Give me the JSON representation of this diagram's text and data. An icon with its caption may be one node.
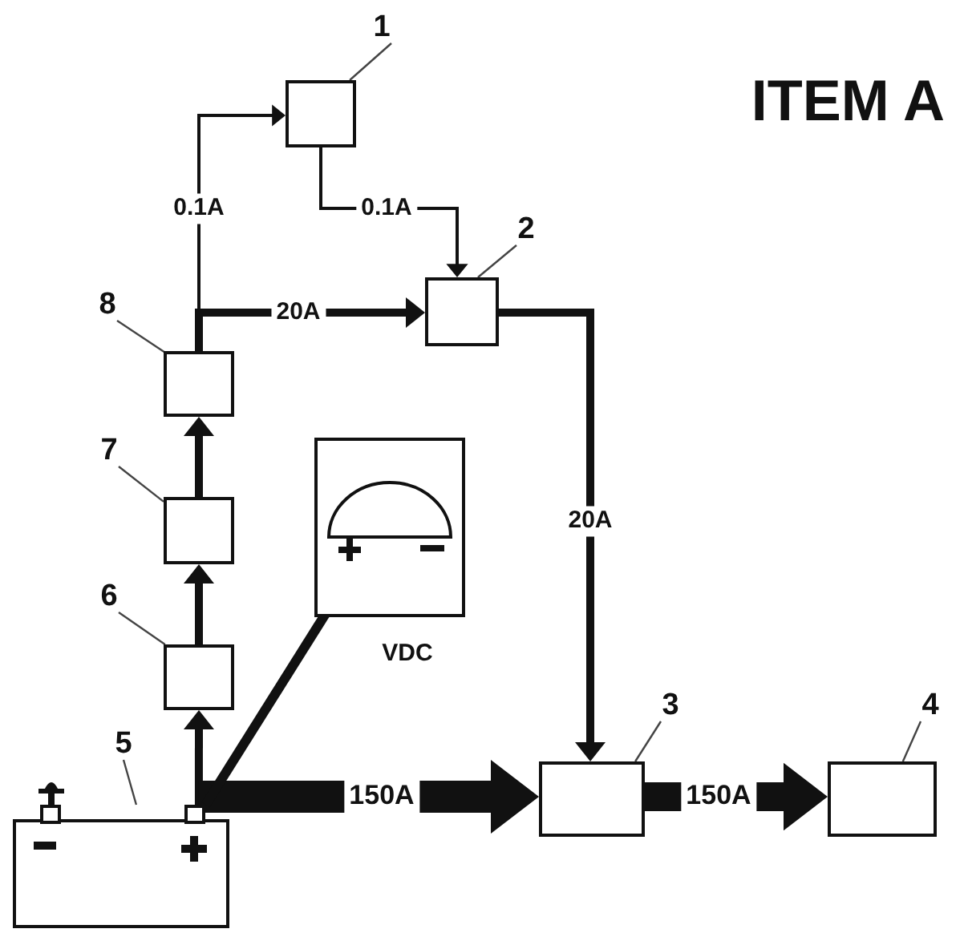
{
  "diagram": {
    "nodes": [
      {
        "text": [],
        "shape": "box"
      },
      {
        "text": [],
        "shape": "box"
      },
      {
        "text": [],
        "shape": "box"
      },
      {
        "text": [],
        "shape": "box"
      },
      {
        "text": [],
        "shape": "battery"
      },
      {
        "text": [],
        "shape": "box"
      },
      {
        "text": [],
        "shape": "box"
      },
      {
        "text": [],
        "shape": "box"
      },
      {
        "text": [
          "VDC"
        ]
      },
      {
        "text": [
          "1"
        ]
      },
      {
        "text": [
          "2"
        ]
      },
      {
        "text": [
          "3"
        ]
      },
      {
        "text": [
          "4"
        ]
      },
      {
        "text": [
          "5"
        ]
      },
      {
        "text": [
          "6"
        ]
      },
      {
        "text": [
          "7"
        ]
      },
      {
        "text": [
          "8"
        ]
      }
    ],
    "edges": [
      {
        "from": 7,
        "to": 0,
        "arrow": "to",
        "label": "0.1A"
      },
      {
        "from": 0,
        "to": 1,
        "arrow": "to",
        "label": "0.1A"
      },
      {
        "from": 7,
        "to": 1,
        "arrow": "to",
        "label": "20A",
        "style": "thick"
      },
      {
        "from": 1,
        "to": 2,
        "arrow": "to",
        "label": "20A",
        "style": "thick"
      },
      {
        "from": 4,
        "to": 5,
        "arrow": "to",
        "style": "thick"
      },
      {
        "from": 5,
        "to": 6,
        "arrow": "to",
        "style": "thick"
      },
      {
        "from": 6,
        "to": 7,
        "arrow": "to",
        "style": "thick"
      },
      {
        "from": 4,
        "to": 2,
        "arrow": "to",
        "label": "150A",
        "style": "thick"
      },
      {
        "from": 2,
        "to": 3,
        "arrow": "to",
        "label": "150A",
        "style": "thick"
      },
      {
        "from": 4,
        "to": 8,
        "arrow": "none",
        "style": "thick"
      },
      {
        "from": 9,
        "to": 0,
        "arrow": "none"
      },
      {
        "from": 10,
        "to": 1,
        "arrow": "none"
      },
      {
        "from": 11,
        "to": 2,
        "arrow": "none"
      },
      {
        "from": 12,
        "to": 3,
        "arrow": "none"
      },
      {
        "from": 13,
        "to": 4,
        "arrow": "none"
      },
      {
        "from": 14,
        "to": 5,
        "arrow": "none"
      },
      {
        "from": 15,
        "to": 6,
        "arrow": "none"
      },
      {
        "from": 16,
        "to": 7,
        "arrow": "none"
      }
    ],
    "labels": [
      "ITEM A"
    ]
  }
}
